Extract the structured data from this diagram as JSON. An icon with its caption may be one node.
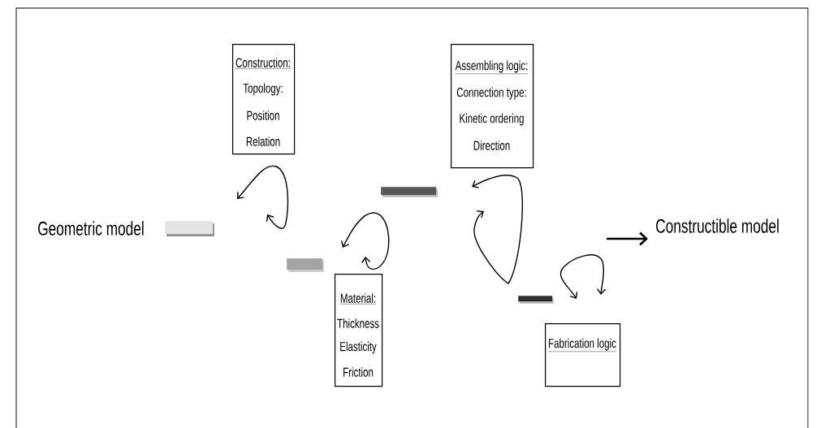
{
  "diagram": {
    "nodes": [
      {
        "text": [
          "Geometric model"
        ]
      },
      {
        "text": [],
        "shape": "bar"
      },
      {
        "text": [
          "Construction:",
          "Topology:",
          "Position",
          "Relation"
        ]
      },
      {
        "text": [],
        "shape": "bar"
      },
      {
        "text": [
          "Material:",
          "Thickness",
          "Elasticity",
          "Friction"
        ]
      },
      {
        "text": [],
        "shape": "bar"
      },
      {
        "text": [
          "Assembling logic:",
          "Connection type:",
          "Kinetic ordering",
          "Direction"
        ]
      },
      {
        "text": [],
        "shape": "bar"
      },
      {
        "text": [
          "Fabrication logic"
        ]
      },
      {
        "text": [
          "Constructible model"
        ]
      }
    ],
    "edges": [
      {
        "from": null,
        "to": 9,
        "arrow": "to"
      }
    ]
  }
}
